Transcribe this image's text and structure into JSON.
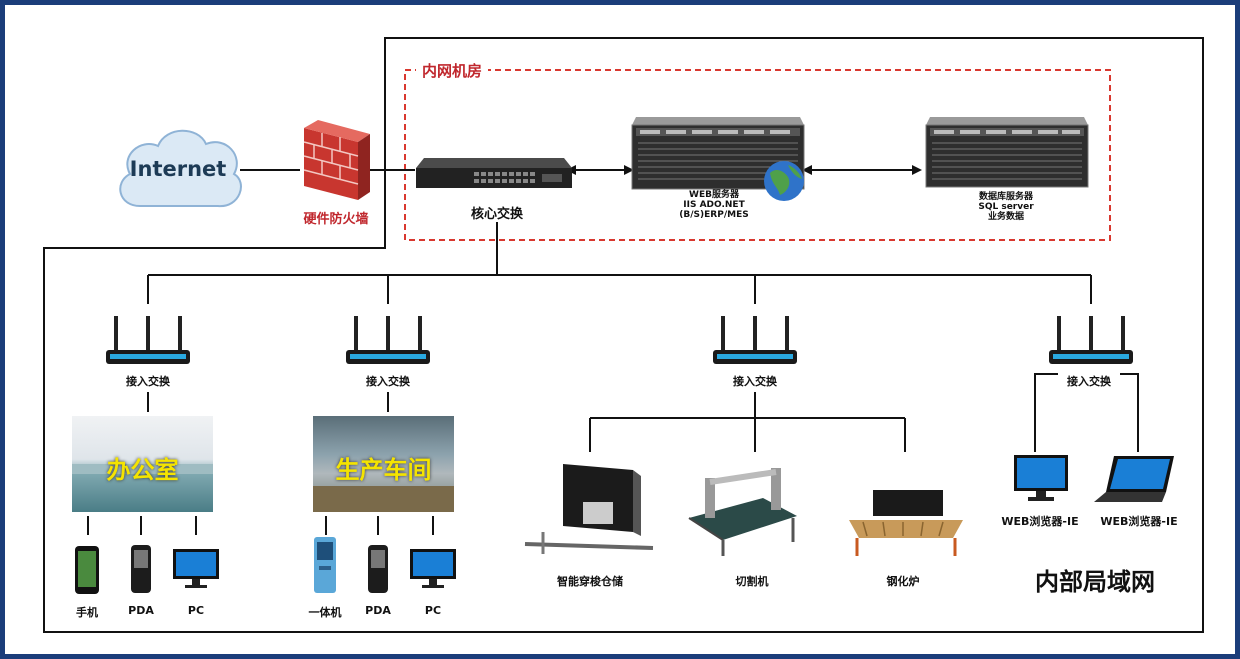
{
  "internet": "Internet",
  "firewall": "硬件防火墙",
  "zone_label": "内网机房",
  "core_switch": "核心交换",
  "web_server": {
    "line1": "WEB服务器",
    "line2": "IIS ADO.NET",
    "line3": "(B/S)ERP/MES"
  },
  "db_server": {
    "line1": "数据库服务器",
    "line2": "SQL server",
    "line3": "业务数据"
  },
  "access_switch": [
    "接入交换",
    "接入交换",
    "接入交换",
    "接入交换"
  ],
  "office": {
    "caption": "办公室",
    "devices": [
      "手机",
      "PDA",
      "PC"
    ]
  },
  "workshop": {
    "caption": "生产车间",
    "devices": [
      "一体机",
      "PDA",
      "PC"
    ]
  },
  "machines": [
    "智能穿梭仓储",
    "切割机",
    "钢化炉"
  ],
  "browsers": [
    "WEB浏览器-IE",
    "WEB浏览器-IE"
  ],
  "lan_title": "内部局域网",
  "colors": {
    "frame": "#1b3d7a",
    "zone_border": "#d9382f",
    "zone_text": "#c0272d",
    "caption": "#f5e400"
  }
}
